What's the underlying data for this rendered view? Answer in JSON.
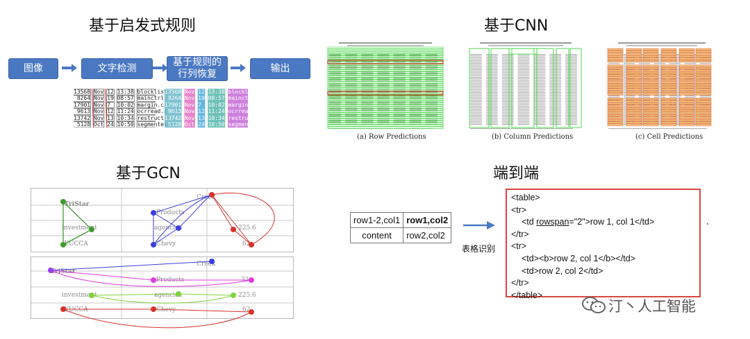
{
  "titles": {
    "heuristic": "基于启发式规则",
    "cnn": "基于CNN",
    "gcn": "基于GCN",
    "end_to_end": "端到端"
  },
  "flow": {
    "steps": [
      "图像",
      "文字检测",
      "基于规则的\n行列恢复",
      "输出"
    ],
    "colors": {
      "box": "#4a78c2",
      "arrow": "#4a78c2"
    }
  },
  "ocr_sample": {
    "rows": [
      [
        "13568",
        "Nov",
        "12",
        "13:38",
        "blocklist.c"
      ],
      [
        "8264",
        "Nov",
        "19",
        "08:57",
        "mainctrl.c"
      ],
      [
        "17901",
        "Nov",
        "7",
        "10:02",
        "margin.c"
      ],
      [
        "9613",
        "Nov",
        "12",
        "11:24",
        "ocrread.c"
      ],
      [
        "13742",
        "Nov",
        "13",
        "10:34",
        "restruct.c"
      ],
      [
        "5128",
        "Oct",
        "24",
        "10:50",
        "segmenter.c"
      ]
    ]
  },
  "cnn_captions": [
    "(a) Row Predictions",
    "(b) Column Predictions",
    "(c) Cell Predictions"
  ],
  "gcn": {
    "top_labels": [
      "TriStar",
      "investment",
      "YUCCA",
      "Products",
      "agencies",
      "Chevy",
      "Creek",
      "225.6",
      "62"
    ],
    "bottom_labels": [
      "TriStar",
      "Creek",
      "Products",
      "33",
      "investment",
      "agencies",
      "225.6",
      "YUCCA",
      "Chevy",
      "62"
    ],
    "colors": {
      "green": "#3e9a2e",
      "blue": "#3c3ee0",
      "red": "#d8312c",
      "magenta": "#e23ae0",
      "lime": "#7ed33c"
    }
  },
  "end_to_end": {
    "table": {
      "r1c1": "row1-2,col1",
      "r1c2": "row1,col2",
      "r2c1": "content",
      "r2c2": "row2,col2"
    },
    "arrow_label": "表格识别",
    "code_lines": {
      "l1": "<table>",
      "l2": "<tr>",
      "l3_pre": "<td ",
      "l3_attr": "rowspan",
      "l3_post": "=\"2\">row 1, col 1</td>",
      "l4": "</tr>",
      "l5": "<tr>",
      "l6": "<td><b>row 2, col 1</b></td>",
      "l7": "<td>row 2, col 2</td>",
      "l8": "</tr>",
      "l9": "</table>"
    },
    "border_color": "#d9453d"
  },
  "watermark": "汀丶人工智能"
}
